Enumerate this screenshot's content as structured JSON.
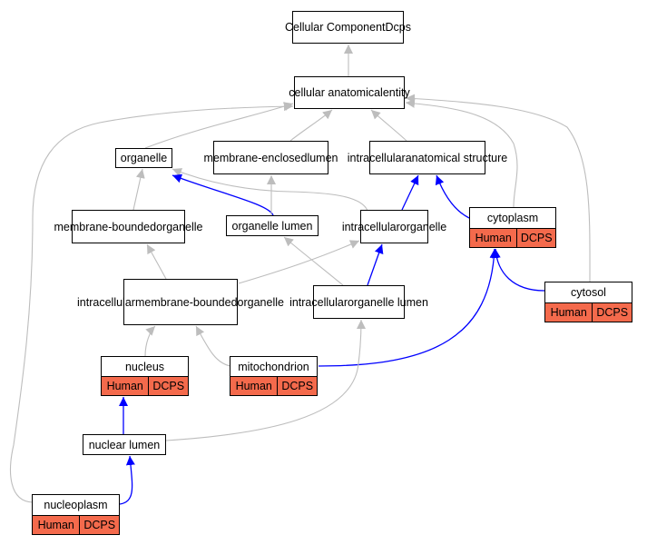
{
  "colors": {
    "is_a_edge": "#bdbdbd",
    "part_of_edge": "#0000ff",
    "tag_fill": "#f46a4c",
    "node_border": "#000000"
  },
  "nodes": {
    "root": {
      "lines": [
        "Cellular Component",
        "Dcps"
      ]
    },
    "cae": {
      "lines": [
        "cellular anatomical",
        "entity"
      ]
    },
    "organelle": {
      "lines": [
        "organelle"
      ]
    },
    "mel": {
      "lines": [
        "membrane-enclosed",
        "lumen"
      ]
    },
    "ias": {
      "lines": [
        "intracellular",
        "anatomical structure"
      ]
    },
    "mbo": {
      "lines": [
        "membrane-bounded",
        "organelle"
      ]
    },
    "orglumen": {
      "lines": [
        "organelle lumen"
      ]
    },
    "icorg": {
      "lines": [
        "intracellular",
        "organelle"
      ]
    },
    "cytoplasm": {
      "lines": [
        "cytoplasm"
      ],
      "tags": [
        "Human",
        "DCPS"
      ]
    },
    "imbo": {
      "lines": [
        "intracellular",
        "membrane-bounded",
        "organelle"
      ]
    },
    "icol": {
      "lines": [
        "intracellular",
        "organelle lumen"
      ]
    },
    "cytosol": {
      "lines": [
        "cytosol"
      ],
      "tags": [
        "Human",
        "DCPS"
      ]
    },
    "nucleus": {
      "lines": [
        "nucleus"
      ],
      "tags": [
        "Human",
        "DCPS"
      ]
    },
    "mito": {
      "lines": [
        "mitochondrion"
      ],
      "tags": [
        "Human",
        "DCPS"
      ]
    },
    "nuclumen": {
      "lines": [
        "nuclear lumen"
      ]
    },
    "nucleoplasm": {
      "lines": [
        "nucleoplasm"
      ],
      "tags": [
        "Human",
        "DCPS"
      ]
    }
  }
}
